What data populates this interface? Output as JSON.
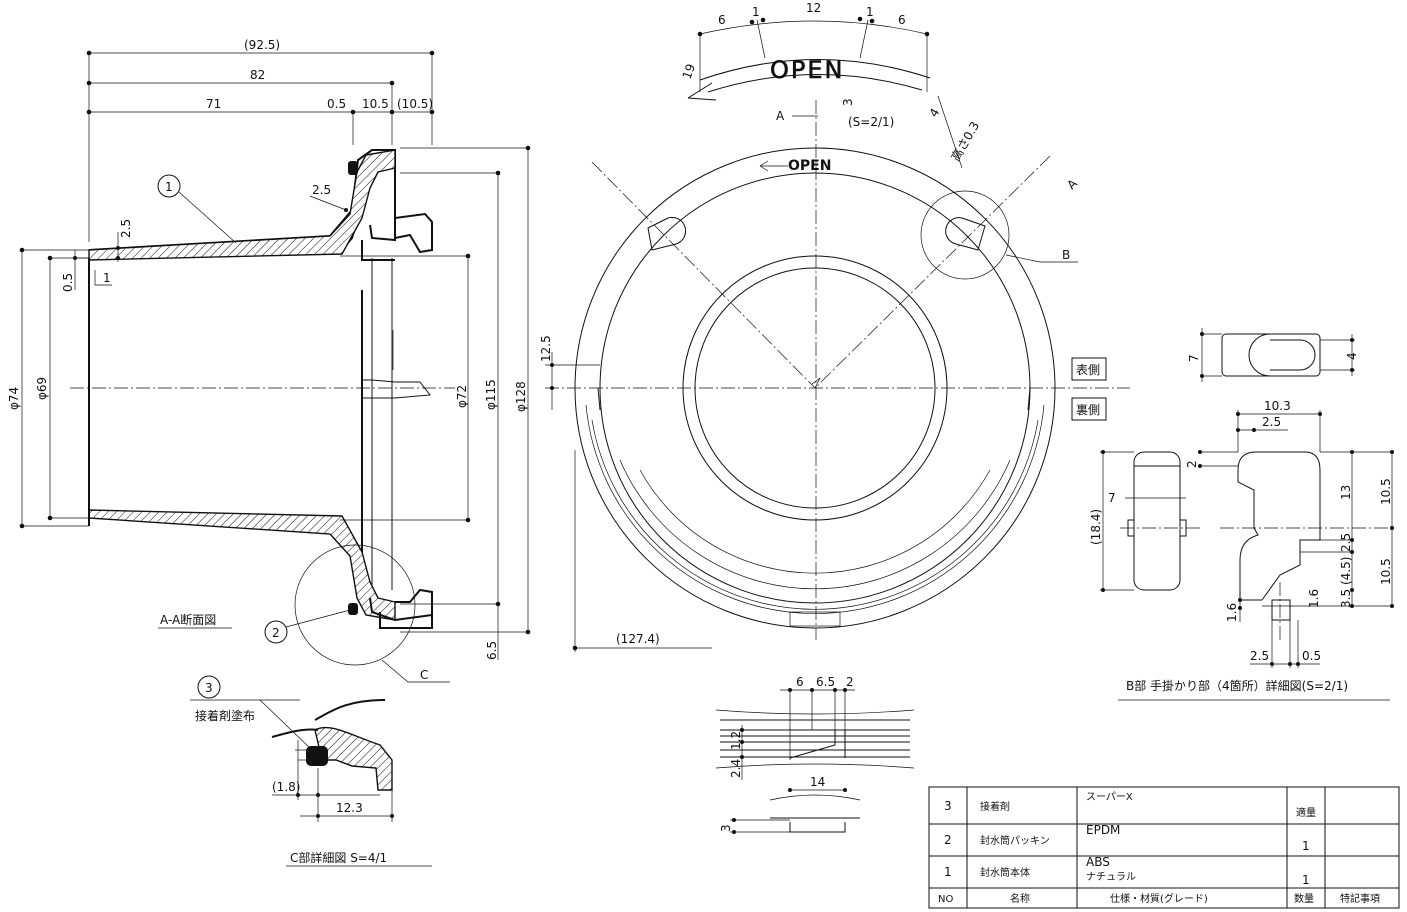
{
  "section_view": {
    "dims_top": [
      "(92.5)",
      "82",
      "71",
      "0.5",
      "10.5",
      "(10.5)"
    ],
    "dims_left": [
      "φ74",
      "φ69"
    ],
    "dims_right": [
      "φ72",
      "φ115",
      "φ128",
      "6.5"
    ],
    "dims_misc": [
      "2.5",
      "2.5",
      "0.5",
      "1"
    ],
    "balloon_1": "1",
    "balloon_2": "2",
    "detail_c_label": "C",
    "title": "A-A断面図"
  },
  "detail_c": {
    "balloon_3": "3",
    "note": "接着剤塗布",
    "dims": [
      "(1.8)",
      "12.3"
    ],
    "title": "C部詳細図  S=4/1"
  },
  "plan_view": {
    "open_big": "OPEN",
    "open_small": "OPEN",
    "dims_arc": [
      "6",
      "1",
      "12",
      "1",
      "6"
    ],
    "dims_side": [
      "19",
      "3",
      "4"
    ],
    "height_note": "高さ0.3",
    "scale_note": "(S=2/1)",
    "section_a": "A",
    "section_a2": "A",
    "detail_b": "B",
    "face_front": "表側",
    "face_back": "裏側",
    "dim_12_5": "12.5",
    "dim_127_4": "(127.4)"
  },
  "rib_detail": {
    "dims_top": [
      "6",
      "6.5",
      "2"
    ],
    "dims_side": [
      "1.2",
      "2.4",
      "3"
    ],
    "dim_14": "14"
  },
  "detail_b": {
    "dims_top": [
      "7",
      "4"
    ],
    "dims_front": [
      "10.3",
      "2.5",
      "2",
      "7",
      "(18.4)",
      "13",
      "10.5",
      "2.5",
      "(4.5)",
      "10.5",
      "3.5",
      "1.6",
      "1.6",
      "2.5",
      "0.5"
    ],
    "title": "B部    手掛かり部（4箇所）詳細図(S=2/1)"
  },
  "parts_table": {
    "header": [
      "NO",
      "名称",
      "仕様・材質(グレード)",
      "数量",
      "特記事項"
    ],
    "rows": [
      {
        "no": "3",
        "name": "接着剤",
        "spec": "スーパーX",
        "spec2": "",
        "qty": "適量",
        "note": ""
      },
      {
        "no": "2",
        "name": "封水筒パッキン",
        "spec": "EPDM",
        "spec2": "",
        "qty": "1",
        "note": ""
      },
      {
        "no": "1",
        "name": "封水筒本体",
        "spec": "ABS",
        "spec2": "ナチュラル",
        "qty": "1",
        "note": ""
      }
    ]
  }
}
